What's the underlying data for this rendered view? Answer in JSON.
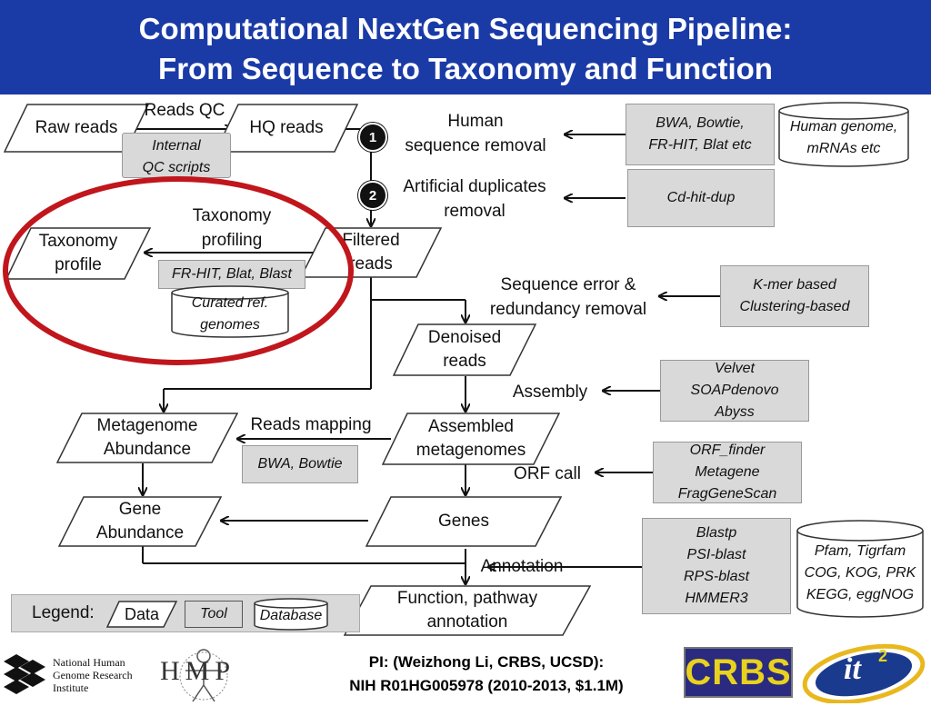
{
  "header": {
    "title_line1": "Computational NextGen Sequencing Pipeline:",
    "title_line2": "From Sequence to Taxonomy and Function"
  },
  "data_nodes": {
    "raw_reads": "Raw reads",
    "hq_reads": "HQ reads",
    "filtered_reads_1": "Filtered",
    "filtered_reads_2": "reads",
    "taxonomy_profile_1": "Taxonomy",
    "taxonomy_profile_2": "profile",
    "denoised_reads_1": "Denoised",
    "denoised_reads_2": "reads",
    "assembled_1": "Assembled",
    "assembled_2": "metagenomes",
    "metagenome_abundance_1": "Metagenome",
    "metagenome_abundance_2": "Abundance",
    "gene_abundance_1": "Gene",
    "gene_abundance_2": "Abundance",
    "genes": "Genes",
    "function_1": "Function, pathway",
    "function_2": "annotation"
  },
  "tool_nodes": {
    "internal_qc_1": "Internal",
    "internal_qc_2": "QC scripts",
    "bwa_bowtie_top_1": "BWA, Bowtie,",
    "bwa_bowtie_top_2": "FR-HIT, Blat etc",
    "cd_hit_dup": "Cd-hit-dup",
    "frhit_blat_blast": "FR-HIT, Blat, Blast",
    "kmer_1": "K-mer based",
    "kmer_2": "Clustering-based",
    "velvet_1": "Velvet",
    "velvet_2": "SOAPdenovo",
    "velvet_3": "Abyss",
    "bwa_bowtie_mid": "BWA, Bowtie",
    "orf_1": "ORF_finder",
    "orf_2": "Metagene",
    "orf_3": "FragGeneScan",
    "blastp_1": "Blastp",
    "blastp_2": "PSI-blast",
    "blastp_3": "RPS-blast",
    "blastp_4": "HMMER3"
  },
  "database_nodes": {
    "human_genome_1": "Human genome,",
    "human_genome_2": "mRNAs etc",
    "curated_1": "Curated ref.",
    "curated_2": "genomes",
    "pfam_1": "Pfam, Tigrfam",
    "pfam_2": "COG, KOG, PRK",
    "pfam_3": "KEGG, eggNOG"
  },
  "step_labels": {
    "reads_qc": "Reads QC",
    "human_removal_1": "Human",
    "human_removal_2": "sequence removal",
    "artificial_dup_1": "Artificial duplicates",
    "artificial_dup_2": "removal",
    "taxonomy_profiling_1": "Taxonomy",
    "taxonomy_profiling_2": "profiling",
    "seq_error_1": "Sequence error &",
    "seq_error_2": "redundancy removal",
    "assembly": "Assembly",
    "reads_mapping": "Reads mapping",
    "orf_call": "ORF call",
    "annotation": "Annotation",
    "step1": "1",
    "step2": "2"
  },
  "legend": {
    "title": "Legend:",
    "data": "Data",
    "tool": "Tool",
    "database": "Database"
  },
  "footer": {
    "pi_line1": "PI: (Weizhong Li, CRBS, UCSD):",
    "pi_line2": "NIH R01HG005978 (2010-2013, $1.1M)",
    "nhgri_1": "National Human",
    "nhgri_2": "Genome Research",
    "nhgri_3": "Institute",
    "hmp": "HMP",
    "crbs": "CRBS",
    "it2": "it",
    "it2_sup": "2"
  },
  "colors": {
    "header_bg": "#1a3aa6",
    "tool_fill": "#d9d9d9",
    "highlight_ellipse": "#c0161c"
  }
}
